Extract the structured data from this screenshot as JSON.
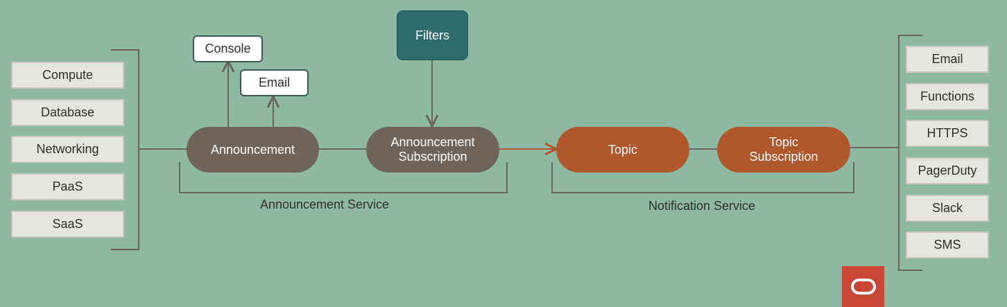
{
  "sources": [
    "Compute",
    "Database",
    "Networking",
    "PaaS",
    "SaaS"
  ],
  "announcement_outputs": {
    "console": "Console",
    "email": "Email"
  },
  "filters": "Filters",
  "nodes": {
    "announcement": "Announcement",
    "announcement_subscription": "Announcement Subscription",
    "topic": "Topic",
    "topic_subscription": "Topic Subscription"
  },
  "groups": {
    "announcement_service": "Announcement Service",
    "notification_service": "Notification Service"
  },
  "destinations": [
    "Email",
    "Functions",
    "HTTPS",
    "PagerDuty",
    "Slack",
    "SMS"
  ],
  "colors": {
    "background": "#8db8a1",
    "announcement_pill": "#6f645b",
    "notification_pill": "#b0572c",
    "filters_box": "#2e6b6b",
    "connector_orange": "#b0572c",
    "logo": "#c74634"
  },
  "logo_icon": "oracle-logo-icon"
}
